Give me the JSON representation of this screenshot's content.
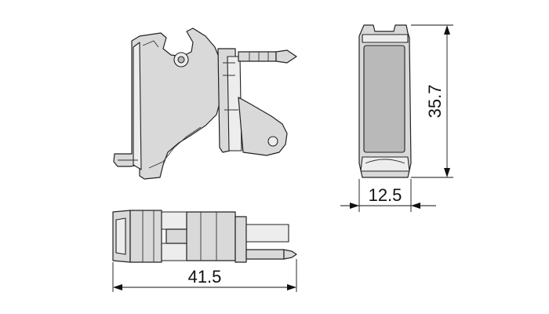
{
  "drawing": {
    "views": [
      "side-view",
      "front-view",
      "top-view"
    ],
    "dimensions": {
      "height": "35.7",
      "width": "12.5",
      "length": "41.5"
    }
  }
}
